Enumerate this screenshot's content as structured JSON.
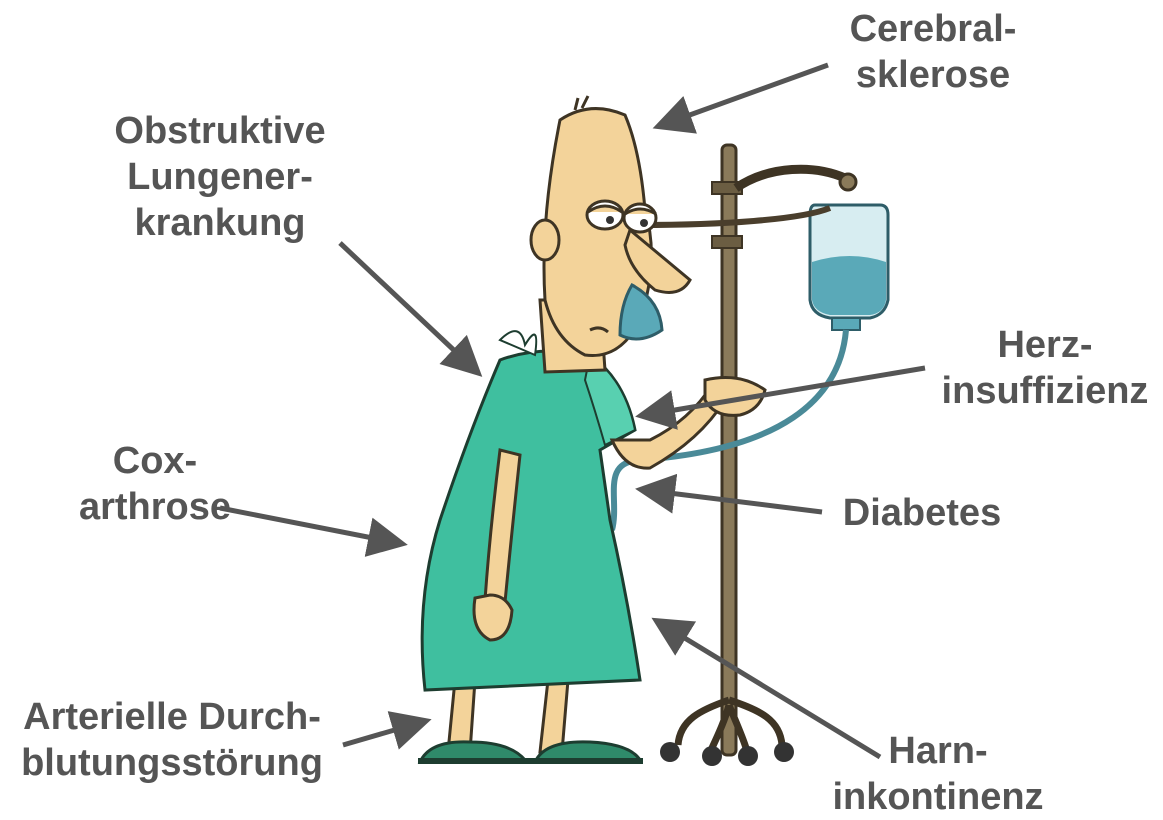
{
  "labels": {
    "cerebral": [
      "Cerebral-",
      "sklerose"
    ],
    "lung": [
      "Obstruktive",
      "Lungener-",
      "krankung"
    ],
    "heart": [
      "Herz-",
      "insuffizienz"
    ],
    "cox": [
      "Cox-",
      "arthrose"
    ],
    "diabetes": [
      "Diabetes"
    ],
    "arterial": [
      "Arterielle Durch-",
      "blutungsstörung"
    ],
    "harn": [
      "Harn-",
      "inkontinenz"
    ]
  },
  "colors": {
    "label_text": "#555555",
    "arrow": "#555555",
    "skin": "#f3d39a",
    "gown": "#3fbf9f",
    "iv_pole": "#8a7a5a",
    "iv_bag_fluid": "#5aa9b8",
    "slippers": "#2f8a6a"
  },
  "illustration": {
    "subject": "elderly-patient-with-iv-pole",
    "icon": "patient-illustration"
  }
}
